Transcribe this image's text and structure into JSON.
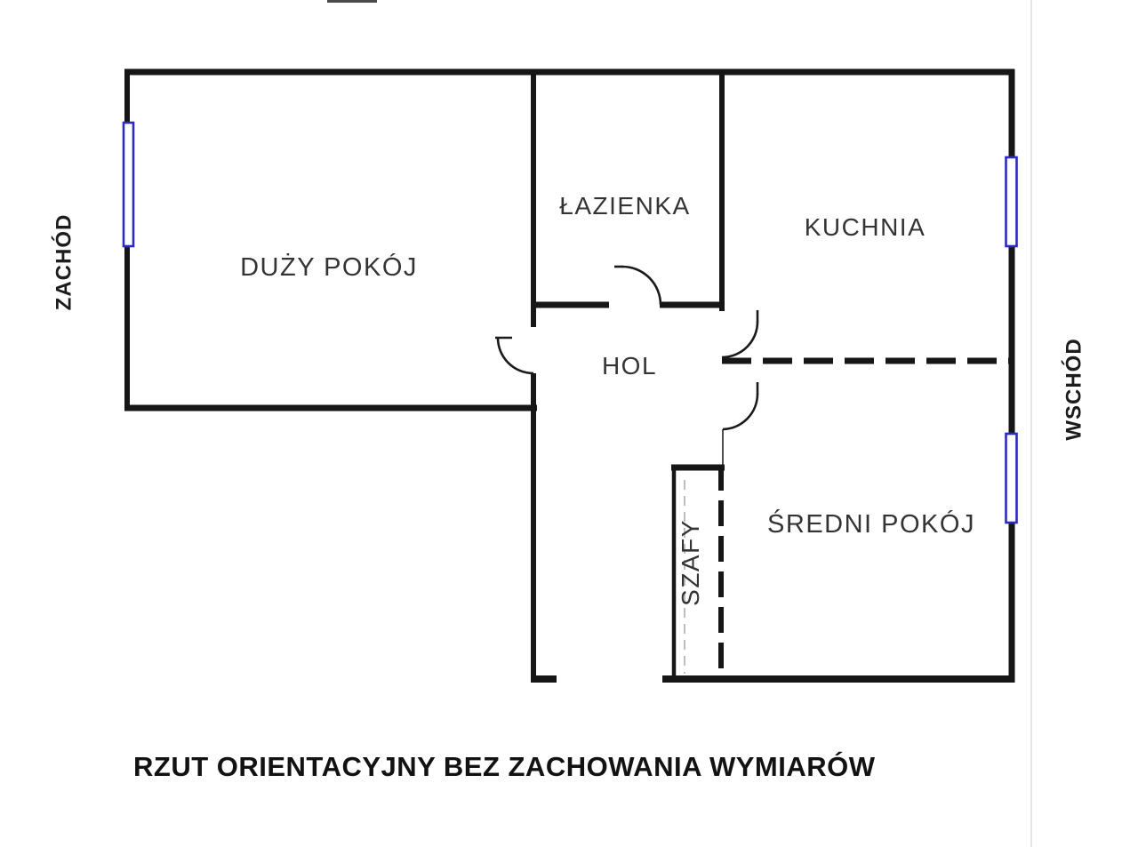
{
  "plan": {
    "rooms": {
      "large_room": "DUŻY POKÓJ",
      "bathroom": "ŁAZIENKA",
      "kitchen": "KUCHNIA",
      "hall": "HOL",
      "wardrobes": "SZAFY",
      "medium_room": "ŚREDNI POKÓJ"
    },
    "orientation": {
      "west": "ZACHÓD",
      "east": "WSCHÓD"
    },
    "caption": "RZUT ORIENTACYJNY BEZ ZACHOWANIA WYMIARÓW",
    "colors": {
      "wall": "#161616",
      "window_blue": "#2b2bbd",
      "label_gray": "#343434",
      "caption_black": "#121212",
      "centerline_gray": "#9a9a9a"
    }
  }
}
